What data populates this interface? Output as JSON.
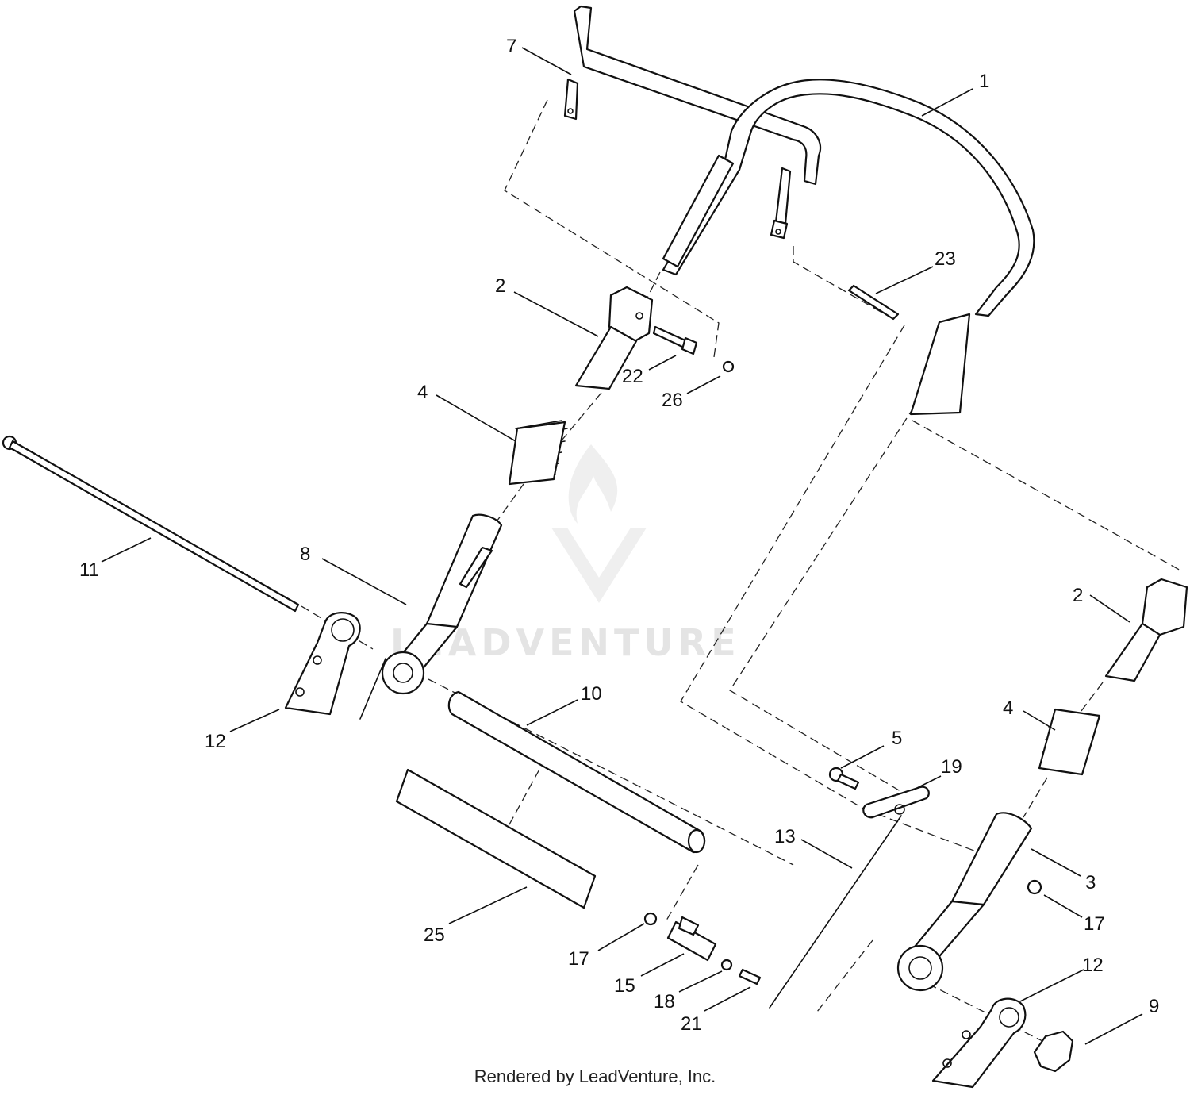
{
  "watermark": {
    "text": "LEADVENTURE"
  },
  "credit": "Rendered by LeadVenture, Inc.",
  "callouts": [
    {
      "id": "c1",
      "label": "1"
    },
    {
      "id": "c2a",
      "label": "2"
    },
    {
      "id": "c2b",
      "label": "2"
    },
    {
      "id": "c3",
      "label": "3"
    },
    {
      "id": "c4a",
      "label": "4"
    },
    {
      "id": "c4b",
      "label": "4"
    },
    {
      "id": "c5",
      "label": "5"
    },
    {
      "id": "c7",
      "label": "7"
    },
    {
      "id": "c8",
      "label": "8"
    },
    {
      "id": "c9",
      "label": "9"
    },
    {
      "id": "c10",
      "label": "10"
    },
    {
      "id": "c11",
      "label": "11"
    },
    {
      "id": "c12a",
      "label": "12"
    },
    {
      "id": "c12b",
      "label": "12"
    },
    {
      "id": "c13",
      "label": "13"
    },
    {
      "id": "c15",
      "label": "15"
    },
    {
      "id": "c17a",
      "label": "17"
    },
    {
      "id": "c17b",
      "label": "17"
    },
    {
      "id": "c18",
      "label": "18"
    },
    {
      "id": "c19",
      "label": "19"
    },
    {
      "id": "c21",
      "label": "21"
    },
    {
      "id": "c22",
      "label": "22"
    },
    {
      "id": "c23",
      "label": "23"
    },
    {
      "id": "c25",
      "label": "25"
    },
    {
      "id": "c26",
      "label": "26"
    }
  ]
}
